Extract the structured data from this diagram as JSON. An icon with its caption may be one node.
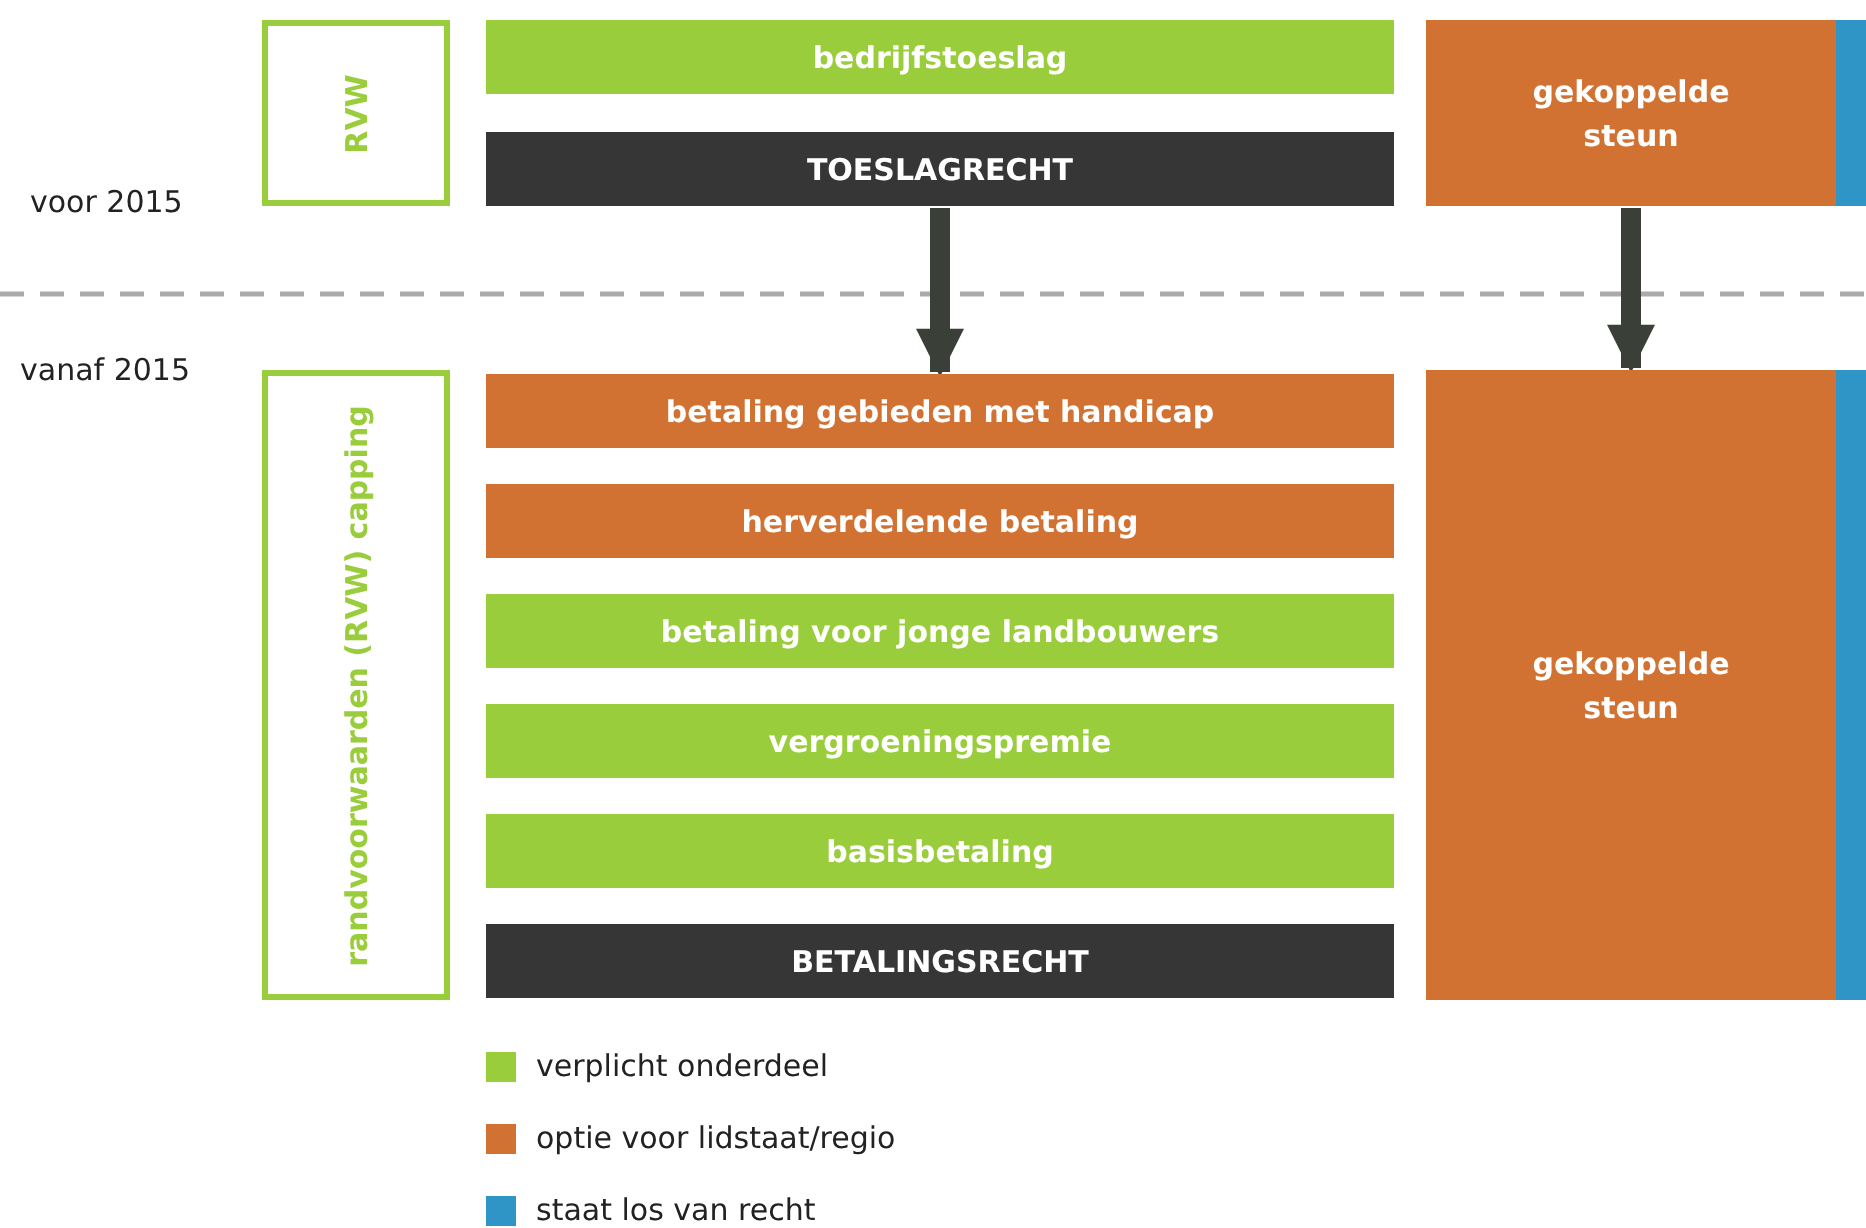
{
  "diagram": {
    "nodes": [
      {
        "text": [
          "RVW"
        ]
      },
      {
        "text": [
          "bedrijfstoeslag"
        ]
      },
      {
        "text": [
          "TOESLAGRECHT"
        ]
      },
      {
        "text": [
          "gekoppelde steun"
        ]
      },
      {
        "text": [
          "randvoorwaarden (RVW) capping"
        ]
      },
      {
        "text": [
          "betaling gebieden met handicap"
        ]
      },
      {
        "text": [
          "herverdelende betaling"
        ]
      },
      {
        "text": [
          "betaling voor jonge landbouwers"
        ]
      },
      {
        "text": [
          "vergroeningspremie"
        ]
      },
      {
        "text": [
          "basisbetaling"
        ]
      },
      {
        "text": [
          "BETALINGSRECHT"
        ]
      },
      {
        "text": [
          "gekoppelde steun"
        ]
      }
    ],
    "edges": [
      {
        "from": 2,
        "to": 5,
        "arrow": "to"
      },
      {
        "from": 3,
        "to": 11,
        "arrow": "to"
      }
    ],
    "labels": [
      "voor 2015",
      "vanaf 2015"
    ],
    "legend": [
      {
        "text": "verplicht onderdeel",
        "color": "#9acd3c"
      },
      {
        "text": "optie voor lidstaat/regio",
        "color": "#d27232"
      },
      {
        "text": "staat los van recht",
        "color": "#2e95c6"
      }
    ]
  }
}
